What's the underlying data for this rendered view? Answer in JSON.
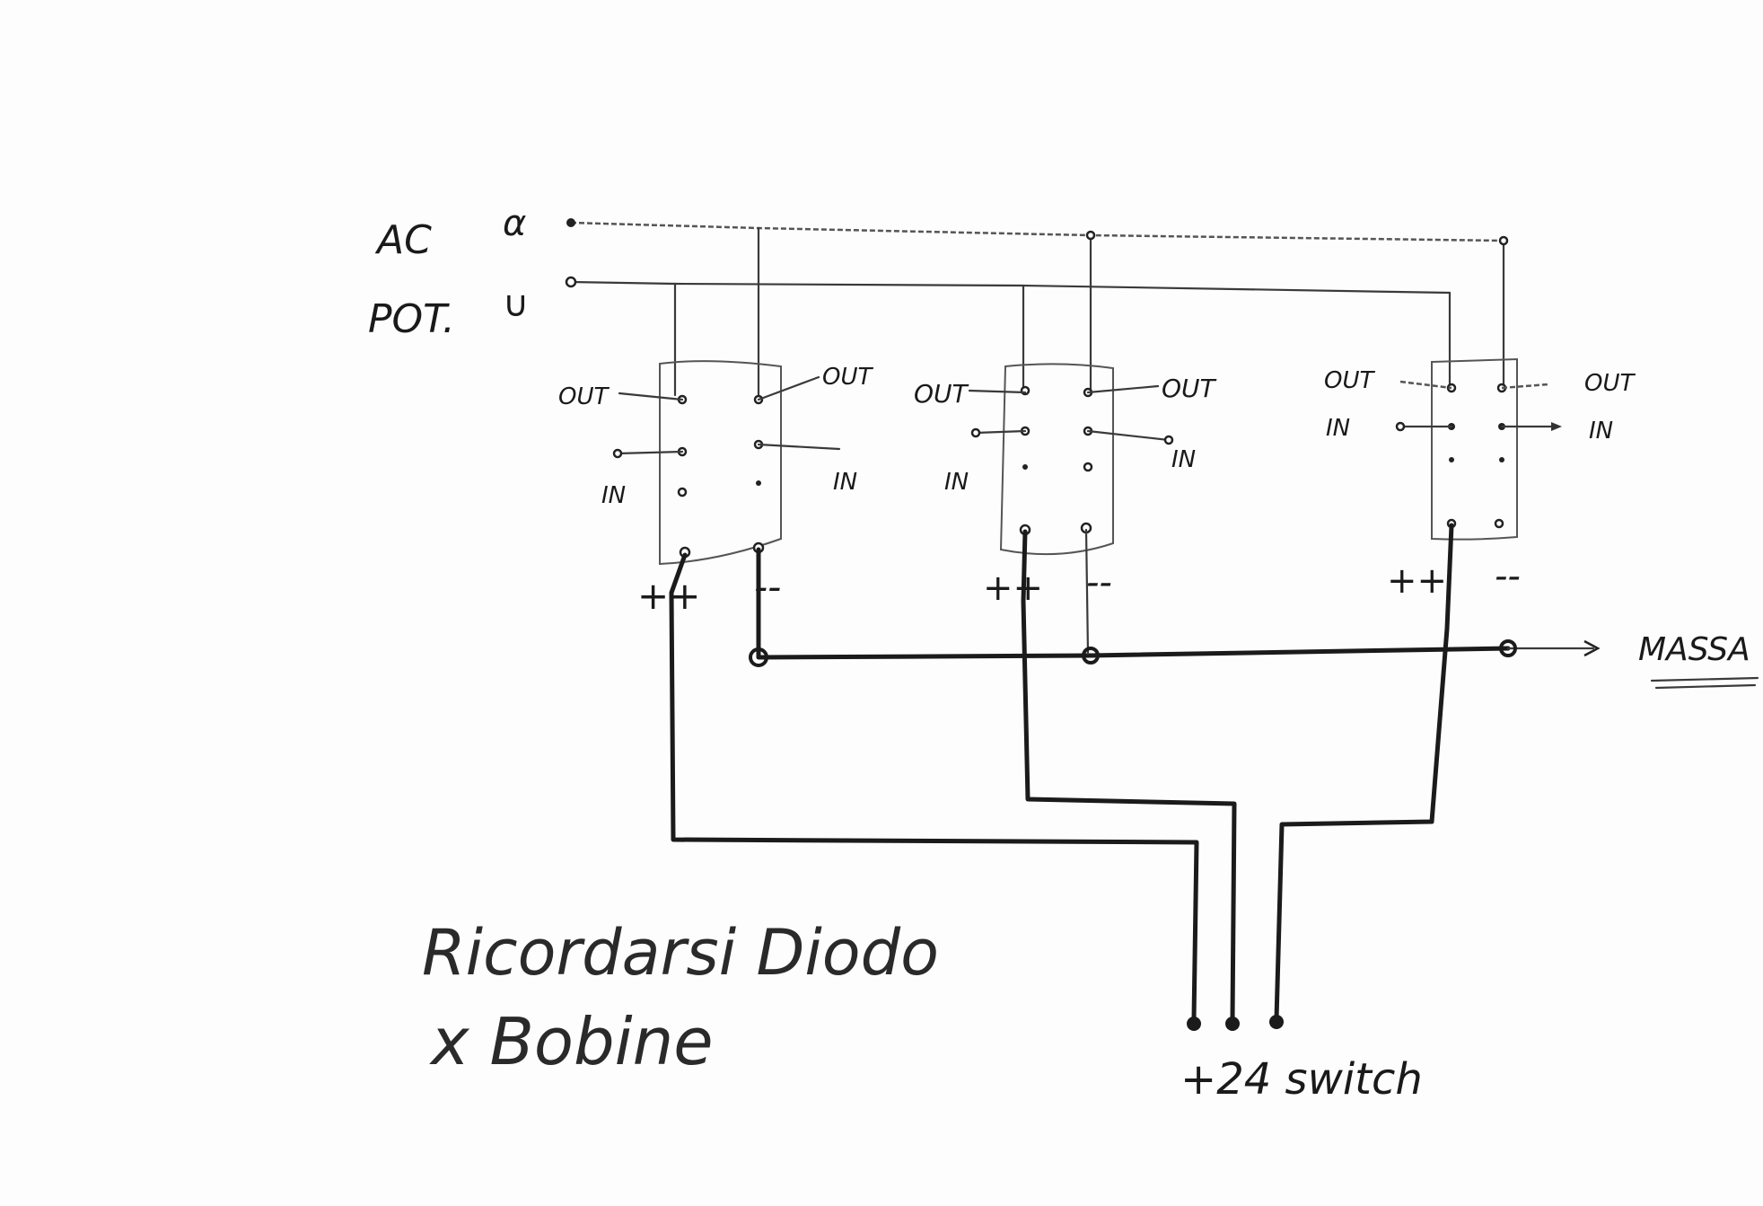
{
  "supply": {
    "line1": "AC",
    "line2": "POT.",
    "symbol1": "α",
    "symbol2": "∪"
  },
  "relays": [
    {
      "left_out": "OUT",
      "right_out": "OUT",
      "left_in": "IN",
      "right_in": "IN",
      "plus": "++",
      "minus": "--"
    },
    {
      "left_out": "OUT",
      "right_out": "OUT",
      "left_in": "IN",
      "right_in": "IN",
      "plus": "++",
      "minus": "--"
    },
    {
      "left_out": "OUT",
      "right_out": "OUT",
      "left_in": "IN",
      "right_in": "IN",
      "plus": "++",
      "minus": "--"
    }
  ],
  "ground_label": "MASSA",
  "switch_label": "+24 switch",
  "note": {
    "line1": "Ricordarsi Diodo",
    "line2": "x Bobine"
  }
}
